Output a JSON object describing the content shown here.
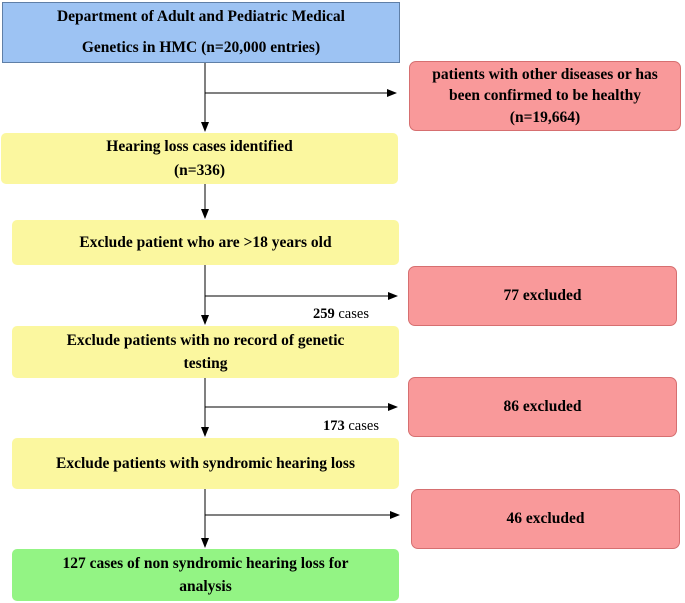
{
  "flowchart": {
    "start": {
      "line1": "Department of Adult and Pediatric Medical",
      "line2": "Genetics in HMC (n=20,000 entries)"
    },
    "excluded_healthy": {
      "line1": "patients with other diseases or has",
      "line2": "been confirmed to be healthy",
      "line3": "(n=19,664)"
    },
    "identified": {
      "line1": "Hearing loss cases identified",
      "line2": "(n=336)"
    },
    "step_age": {
      "label": "Exclude patient who are >18 years old"
    },
    "excluded_age": {
      "label": "77 excluded"
    },
    "count_after_age": {
      "value": "259",
      "unit": "cases"
    },
    "step_genetic": {
      "line1": "Exclude patients with no record of genetic",
      "line2": "testing"
    },
    "excluded_genetic": {
      "label": "86 excluded"
    },
    "count_after_genetic": {
      "value": "173",
      "unit": "cases"
    },
    "step_syndromic": {
      "label": "Exclude patients with syndromic hearing loss"
    },
    "excluded_syndromic": {
      "label": "46 excluded"
    },
    "final": {
      "line1": "127 cases of  non syndromic hearing loss for",
      "line2": "analysis"
    }
  },
  "colors": {
    "start_box": "#9dc3f3",
    "step_box": "#fbf79f",
    "excluded_box": "#f9999a",
    "final_box": "#93f484",
    "arrow": "#000000"
  }
}
